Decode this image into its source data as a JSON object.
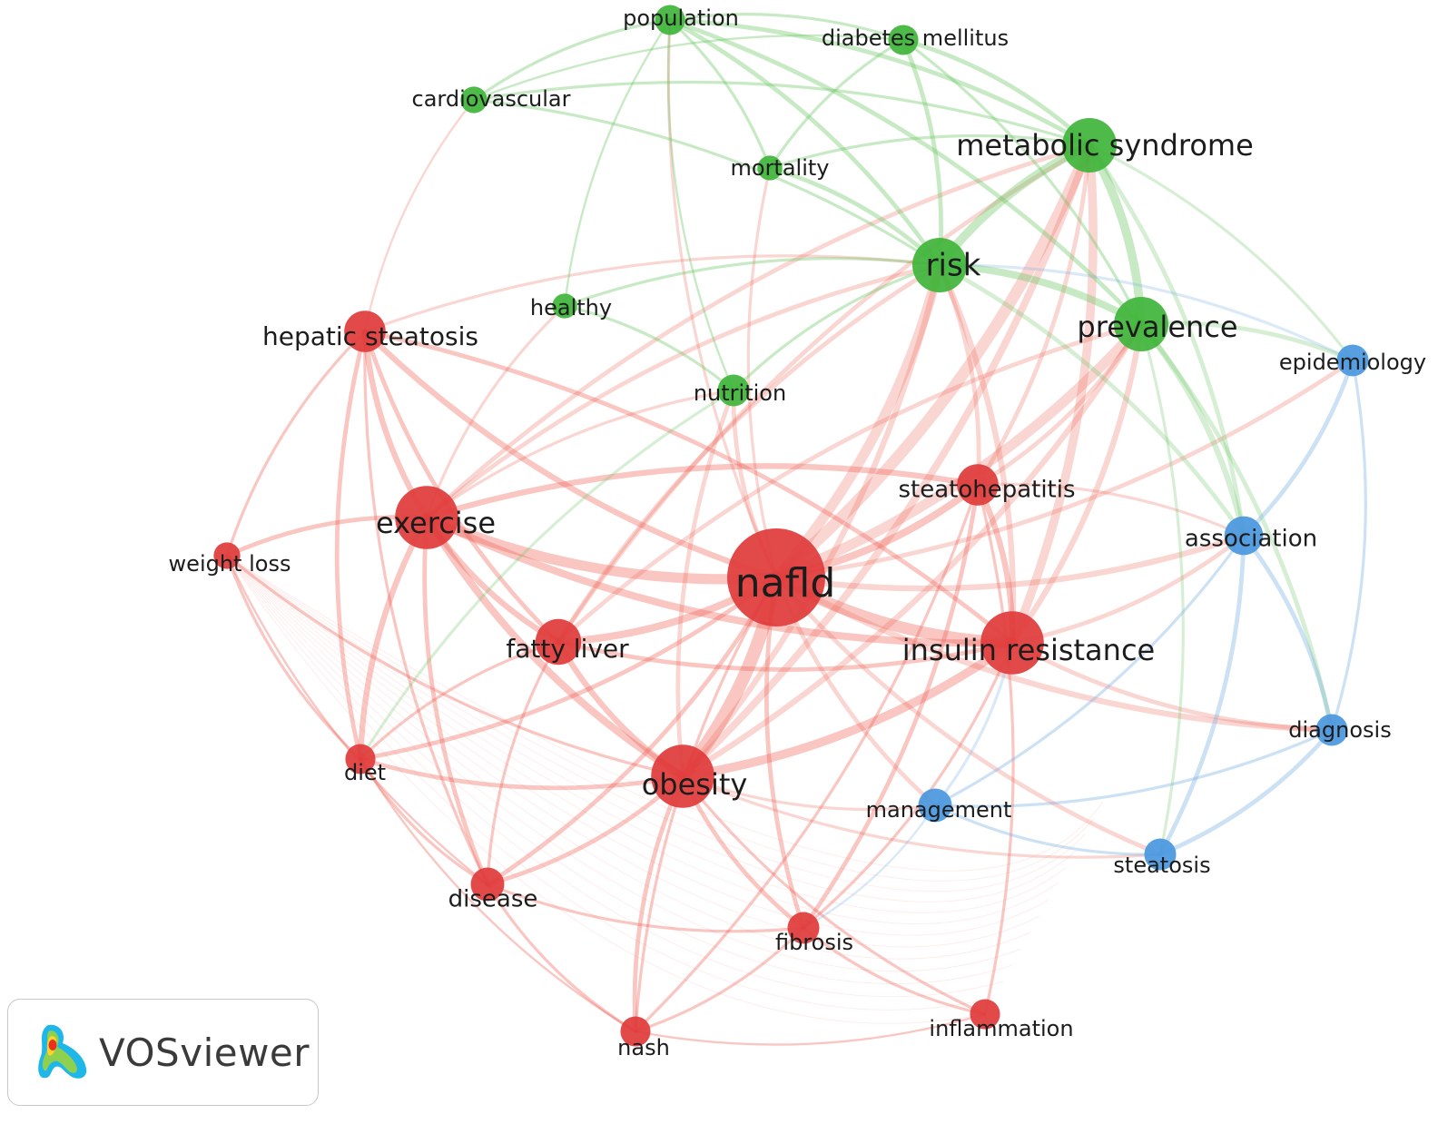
{
  "clusters": {
    "red": {
      "color": "#e03b3b",
      "edge": "#ee6a5f"
    },
    "green": {
      "color": "#3fb43a",
      "edge": "#6cc764"
    },
    "blue": {
      "color": "#4a97de",
      "edge": "#79b0e2"
    }
  },
  "nodes": [
    {
      "id": "nafld",
      "label": "nafld",
      "cluster": "red",
      "weight": 10
    },
    {
      "id": "exercise",
      "label": "exercise",
      "cluster": "red",
      "weight": 6
    },
    {
      "id": "insulin-resistance",
      "label": "insulin resistance",
      "cluster": "red",
      "weight": 6
    },
    {
      "id": "obesity",
      "label": "obesity",
      "cluster": "red",
      "weight": 6
    },
    {
      "id": "fatty-liver",
      "label": "fatty liver",
      "cluster": "red",
      "weight": 4
    },
    {
      "id": "hepatic-steatosis",
      "label": "hepatic steatosis",
      "cluster": "red",
      "weight": 3.5
    },
    {
      "id": "steatohepatitis",
      "label": "steatohepatitis",
      "cluster": "red",
      "weight": 3.5
    },
    {
      "id": "diet",
      "label": "diet",
      "cluster": "red",
      "weight": 2.2
    },
    {
      "id": "disease",
      "label": "disease",
      "cluster": "red",
      "weight": 2.6
    },
    {
      "id": "fibrosis",
      "label": "fibrosis",
      "cluster": "red",
      "weight": 2.4
    },
    {
      "id": "nash",
      "label": "nash",
      "cluster": "red",
      "weight": 2.2
    },
    {
      "id": "inflammation",
      "label": "inflammation",
      "cluster": "red",
      "weight": 2.2
    },
    {
      "id": "weight-loss",
      "label": "weight loss",
      "cluster": "red",
      "weight": 1.8
    },
    {
      "id": "metabolic-syndrome",
      "label": "metabolic syndrome",
      "cluster": "green",
      "weight": 5
    },
    {
      "id": "risk",
      "label": "risk",
      "cluster": "green",
      "weight": 5
    },
    {
      "id": "prevalence",
      "label": "prevalence",
      "cluster": "green",
      "weight": 5
    },
    {
      "id": "population",
      "label": "population",
      "cluster": "green",
      "weight": 2.2
    },
    {
      "id": "diabetes-mellitus",
      "label": "diabetes mellitus",
      "cluster": "green",
      "weight": 2.2
    },
    {
      "id": "cardiovascular",
      "label": "cardiovascular",
      "cluster": "green",
      "weight": 1.8
    },
    {
      "id": "mortality",
      "label": "mortality",
      "cluster": "green",
      "weight": 1.6
    },
    {
      "id": "healthy",
      "label": "healthy",
      "cluster": "green",
      "weight": 1.6
    },
    {
      "id": "nutrition",
      "label": "nutrition",
      "cluster": "green",
      "weight": 2.4
    },
    {
      "id": "association",
      "label": "association",
      "cluster": "blue",
      "weight": 3.2
    },
    {
      "id": "epidemiology",
      "label": "epidemiology",
      "cluster": "blue",
      "weight": 2.4
    },
    {
      "id": "diagnosis",
      "label": "diagnosis",
      "cluster": "blue",
      "weight": 2.4
    },
    {
      "id": "management",
      "label": "management",
      "cluster": "blue",
      "weight": 2.6
    },
    {
      "id": "steatosis",
      "label": "steatosis",
      "cluster": "blue",
      "weight": 2.4
    }
  ],
  "links": [
    [
      "nafld",
      "obesity",
      9
    ],
    [
      "nafld",
      "insulin-resistance",
      8
    ],
    [
      "nafld",
      "exercise",
      7
    ],
    [
      "nafld",
      "metabolic-syndrome",
      8
    ],
    [
      "nafld",
      "risk",
      7
    ],
    [
      "nafld",
      "prevalence",
      7
    ],
    [
      "nafld",
      "fatty-liver",
      5
    ],
    [
      "nafld",
      "steatohepatitis",
      5
    ],
    [
      "nafld",
      "association",
      4
    ],
    [
      "nafld",
      "hepatic-steatosis",
      4
    ],
    [
      "nafld",
      "diagnosis",
      4
    ],
    [
      "nafld",
      "diet",
      3
    ],
    [
      "nafld",
      "disease",
      3
    ],
    [
      "nafld",
      "fibrosis",
      3
    ],
    [
      "nafld",
      "nutrition",
      3
    ],
    [
      "nafld",
      "management",
      3
    ],
    [
      "nafld",
      "steatosis",
      3
    ],
    [
      "nafld",
      "nash",
      2
    ],
    [
      "nafld",
      "epidemiology",
      3
    ],
    [
      "nafld",
      "mortality",
      2
    ],
    [
      "nafld",
      "population",
      2
    ],
    [
      "insulin-resistance",
      "obesity",
      6
    ],
    [
      "insulin-resistance",
      "metabolic-syndrome",
      6
    ],
    [
      "insulin-resistance",
      "exercise",
      5
    ],
    [
      "insulin-resistance",
      "risk",
      4
    ],
    [
      "insulin-resistance",
      "prevalence",
      4
    ],
    [
      "insulin-resistance",
      "steatohepatitis",
      4
    ],
    [
      "insulin-resistance",
      "fatty-liver",
      3
    ],
    [
      "insulin-resistance",
      "association",
      3
    ],
    [
      "insulin-resistance",
      "diagnosis",
      3
    ],
    [
      "insulin-resistance",
      "fibrosis",
      2
    ],
    [
      "exercise",
      "obesity",
      5
    ],
    [
      "exercise",
      "fatty-liver",
      4
    ],
    [
      "exercise",
      "hepatic-steatosis",
      4
    ],
    [
      "exercise",
      "diet",
      4
    ],
    [
      "exercise",
      "weight-loss",
      3
    ],
    [
      "exercise",
      "disease",
      3
    ],
    [
      "exercise",
      "steatohepatitis",
      4
    ],
    [
      "exercise",
      "metabolic-syndrome",
      3
    ],
    [
      "exercise",
      "risk",
      3
    ],
    [
      "exercise",
      "nutrition",
      2
    ],
    [
      "exercise",
      "healthy",
      2
    ],
    [
      "obesity",
      "metabolic-syndrome",
      5
    ],
    [
      "obesity",
      "risk",
      4
    ],
    [
      "obesity",
      "prevalence",
      4
    ],
    [
      "obesity",
      "fatty-liver",
      4
    ],
    [
      "obesity",
      "disease",
      3
    ],
    [
      "obesity",
      "diet",
      3
    ],
    [
      "obesity",
      "nash",
      3
    ],
    [
      "obesity",
      "fibrosis",
      3
    ],
    [
      "obesity",
      "nutrition",
      3
    ],
    [
      "obesity",
      "inflammation",
      2
    ],
    [
      "obesity",
      "management",
      2
    ],
    [
      "obesity",
      "steatosis",
      2
    ],
    [
      "fatty-liver",
      "hepatic-steatosis",
      3
    ],
    [
      "fatty-liver",
      "risk",
      3
    ],
    [
      "fatty-liver",
      "prevalence",
      3
    ],
    [
      "fatty-liver",
      "diet",
      2
    ],
    [
      "fatty-liver",
      "disease",
      2
    ],
    [
      "fatty-liver",
      "metabolic-syndrome",
      3
    ],
    [
      "hepatic-steatosis",
      "diet",
      3
    ],
    [
      "hepatic-steatosis",
      "weight-loss",
      2
    ],
    [
      "hepatic-steatosis",
      "risk",
      2
    ],
    [
      "hepatic-steatosis",
      "insulin-resistance",
      3
    ],
    [
      "hepatic-steatosis",
      "disease",
      2
    ],
    [
      "hepatic-steatosis",
      "cardiovascular",
      1.5
    ],
    [
      "steatohepatitis",
      "fibrosis",
      3
    ],
    [
      "steatohepatitis",
      "nash",
      2
    ],
    [
      "steatohepatitis",
      "risk",
      3
    ],
    [
      "steatohepatitis",
      "prevalence",
      3
    ],
    [
      "steatohepatitis",
      "metabolic-syndrome",
      3
    ],
    [
      "steatohepatitis",
      "inflammation",
      2
    ],
    [
      "steatohepatitis",
      "association",
      2
    ],
    [
      "metabolic-syndrome",
      "risk",
      6
    ],
    [
      "metabolic-syndrome",
      "prevalence",
      6
    ],
    [
      "metabolic-syndrome",
      "population",
      3
    ],
    [
      "metabolic-syndrome",
      "diabetes-mellitus",
      3
    ],
    [
      "metabolic-syndrome",
      "mortality",
      2
    ],
    [
      "metabolic-syndrome",
      "cardiovascular",
      2
    ],
    [
      "metabolic-syndrome",
      "association",
      3
    ],
    [
      "metabolic-syndrome",
      "epidemiology",
      2
    ],
    [
      "risk",
      "prevalence",
      5
    ],
    [
      "risk",
      "population",
      3
    ],
    [
      "risk",
      "diabetes-mellitus",
      3
    ],
    [
      "risk",
      "mortality",
      3
    ],
    [
      "risk",
      "cardiovascular",
      2
    ],
    [
      "risk",
      "association",
      3
    ],
    [
      "risk",
      "healthy",
      2
    ],
    [
      "risk",
      "nutrition",
      2
    ],
    [
      "prevalence",
      "population",
      3
    ],
    [
      "prevalence",
      "diabetes-mellitus",
      2
    ],
    [
      "prevalence",
      "association",
      4
    ],
    [
      "prevalence",
      "epidemiology",
      3
    ],
    [
      "prevalence",
      "diagnosis",
      3
    ],
    [
      "prevalence",
      "steatosis",
      2
    ],
    [
      "population",
      "diabetes-mellitus",
      2
    ],
    [
      "population",
      "cardiovascular",
      2
    ],
    [
      "population",
      "mortality",
      2
    ],
    [
      "population",
      "healthy",
      1.5
    ],
    [
      "diabetes-mellitus",
      "mortality",
      2
    ],
    [
      "diabetes-mellitus",
      "cardiovascular",
      1.5
    ],
    [
      "nutrition",
      "healthy",
      2
    ],
    [
      "nutrition",
      "diet",
      2
    ],
    [
      "nutrition",
      "population",
      1.5
    ],
    [
      "association",
      "diagnosis",
      3
    ],
    [
      "association",
      "epidemiology",
      3
    ],
    [
      "association",
      "steatosis",
      3
    ],
    [
      "association",
      "management",
      2
    ],
    [
      "diagnosis",
      "steatosis",
      3
    ],
    [
      "diagnosis",
      "management",
      2
    ],
    [
      "diagnosis",
      "epidemiology",
      2
    ],
    [
      "steatosis",
      "management",
      2
    ],
    [
      "epidemiology",
      "risk",
      2
    ],
    [
      "disease",
      "nash",
      2
    ],
    [
      "disease",
      "diet",
      2
    ],
    [
      "disease",
      "fibrosis",
      2
    ],
    [
      "fibrosis",
      "nash",
      2
    ],
    [
      "fibrosis",
      "inflammation",
      2
    ],
    [
      "nash",
      "inflammation",
      1.5
    ],
    [
      "diet",
      "weight-loss",
      2
    ],
    [
      "diet",
      "nash",
      1.5
    ],
    [
      "weight-loss",
      "disease",
      1.5
    ],
    [
      "weight-loss",
      "obesity",
      2
    ],
    [
      "management",
      "fibrosis",
      1.5
    ],
    [
      "management",
      "insulin-resistance",
      2
    ]
  ],
  "logo": {
    "name": "vosviewer-logo",
    "text": "VOSviewer"
  }
}
